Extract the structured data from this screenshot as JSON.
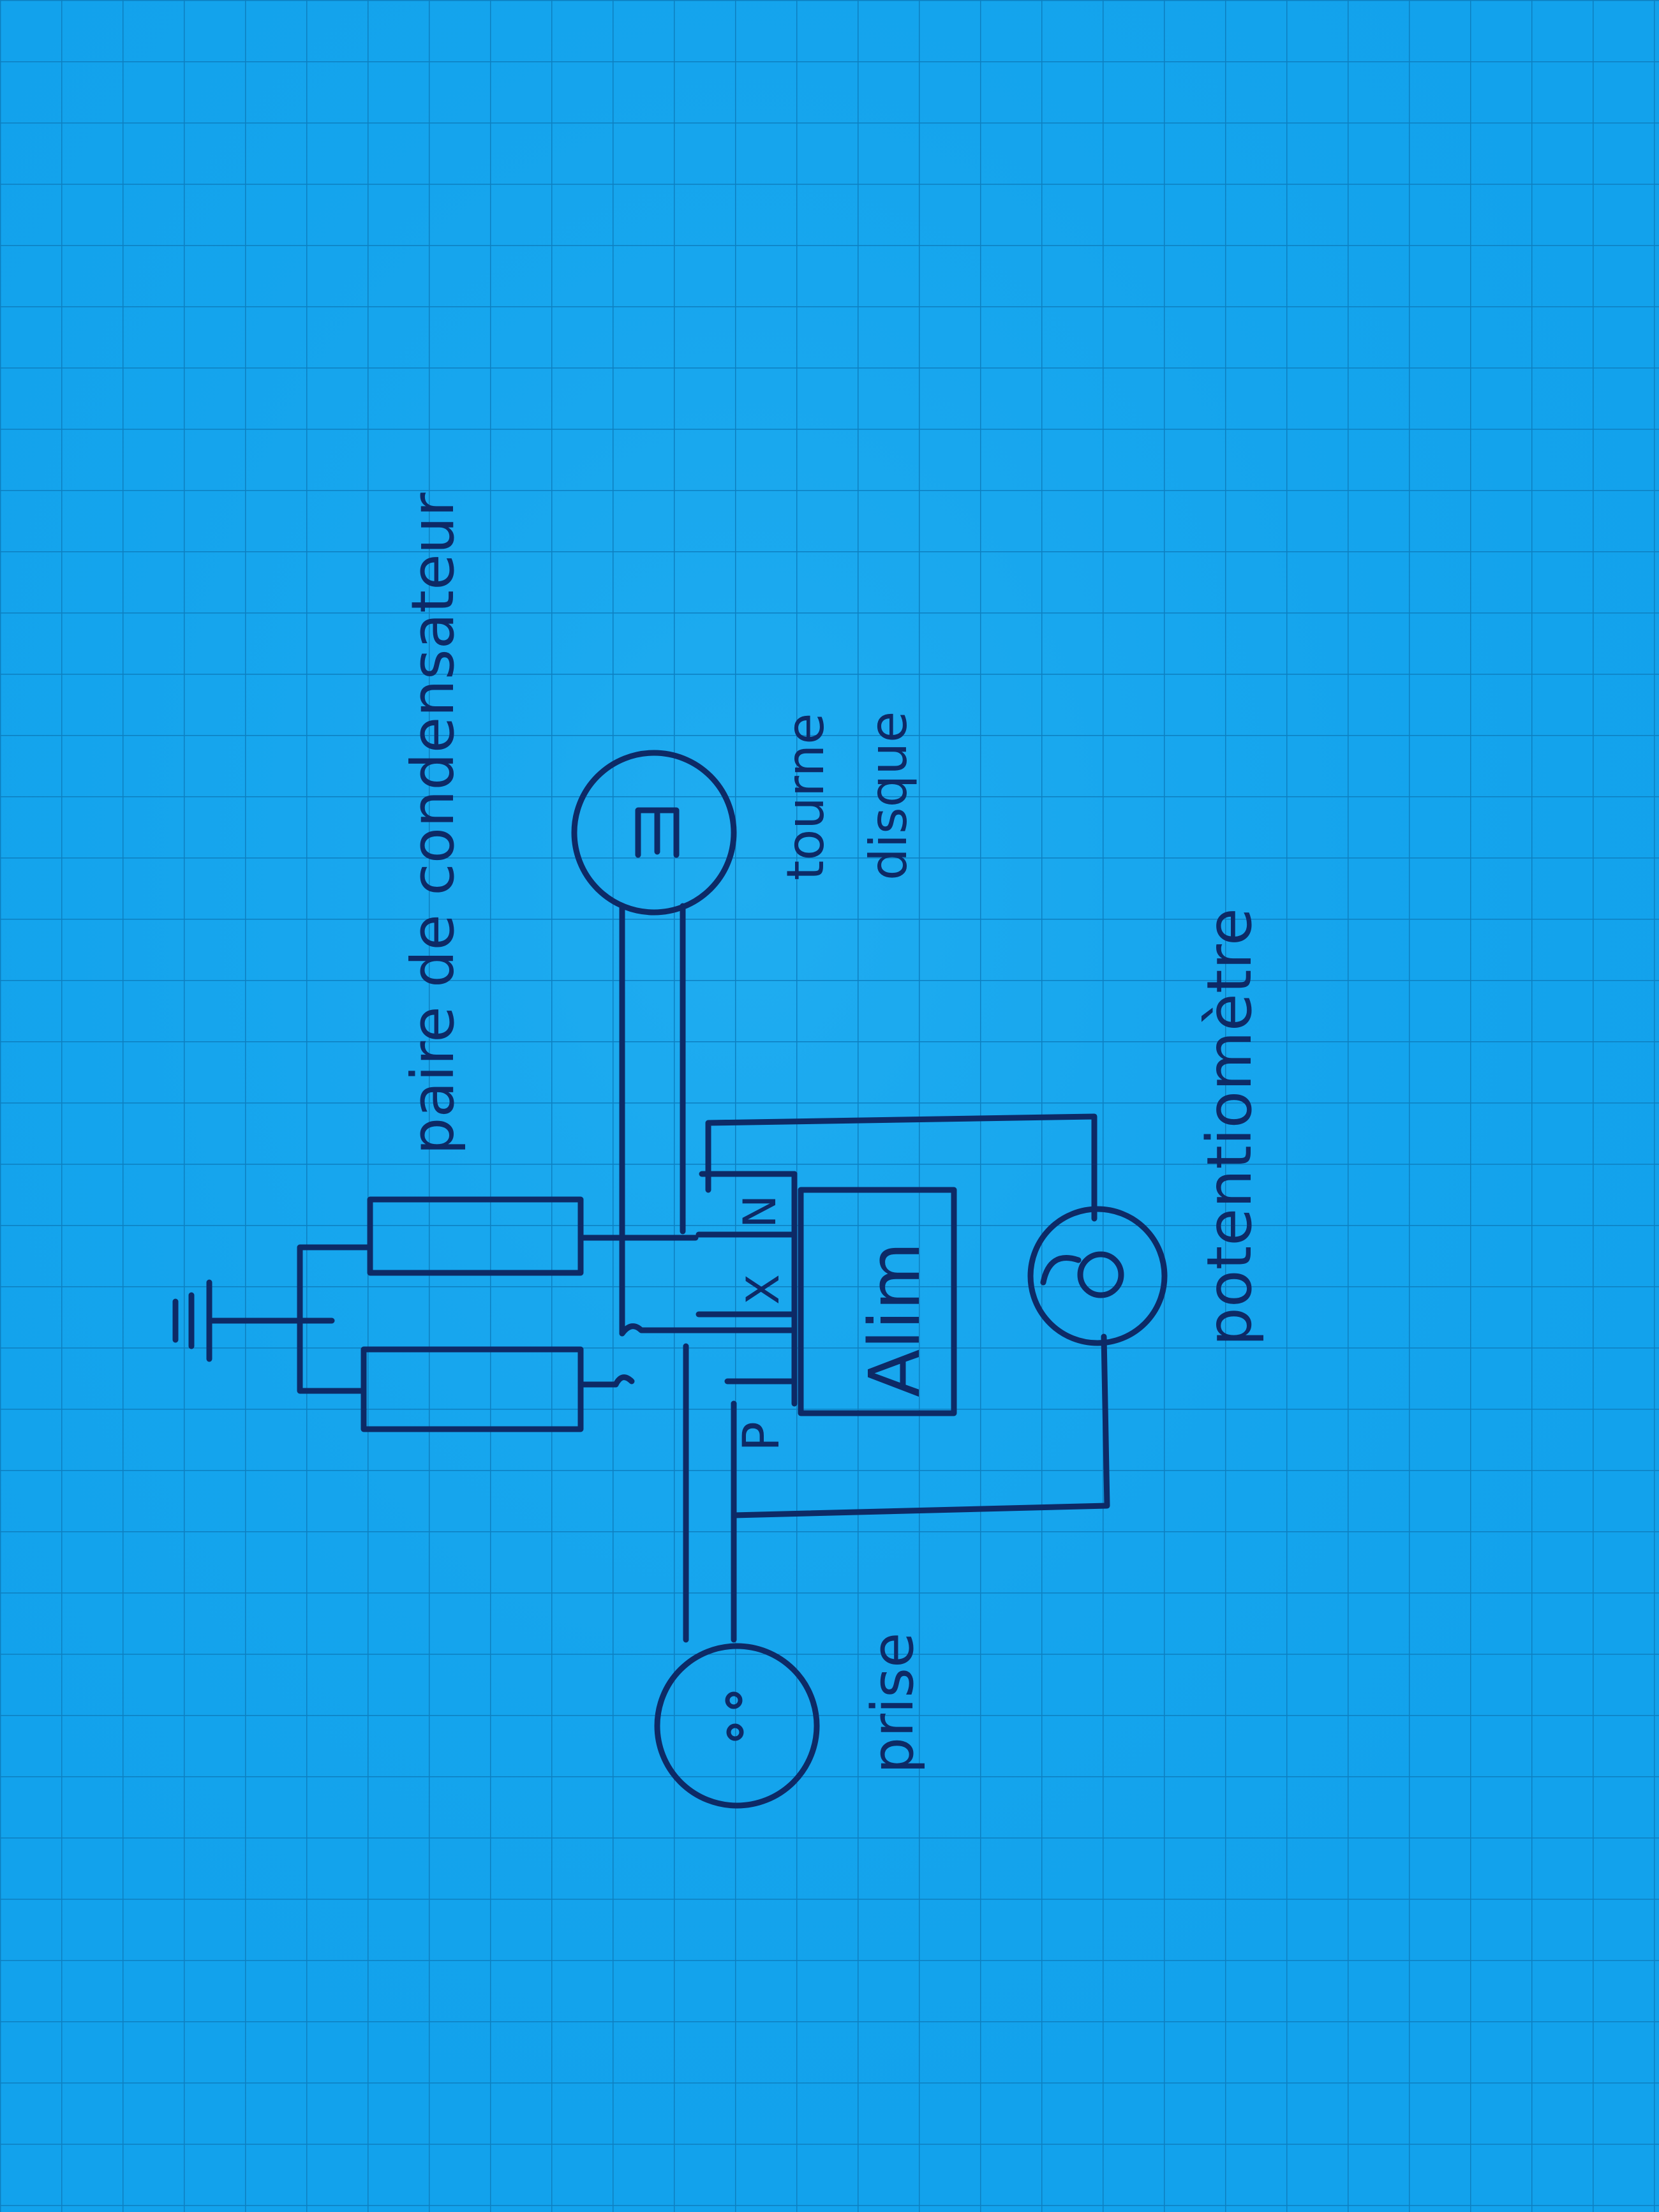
{
  "colors": {
    "paper": "#12a2ec",
    "paper_light": "#2bb6f4",
    "grid": "#0d7fc0",
    "ink": "#0d2a66"
  },
  "labels": {
    "capacitors": "paire de condensateur",
    "motor": "M",
    "turntable_line1": "tourne",
    "turntable_line2": "disque",
    "power_supply": "Alim",
    "terminal_n": "N",
    "terminal_x": "X",
    "terminal_p": "P",
    "socket": "prise",
    "potentiometer": "potentiomètre"
  },
  "components": {
    "ground": "ground-symbol",
    "capacitor_count": 2,
    "socket_pins": 2
  }
}
